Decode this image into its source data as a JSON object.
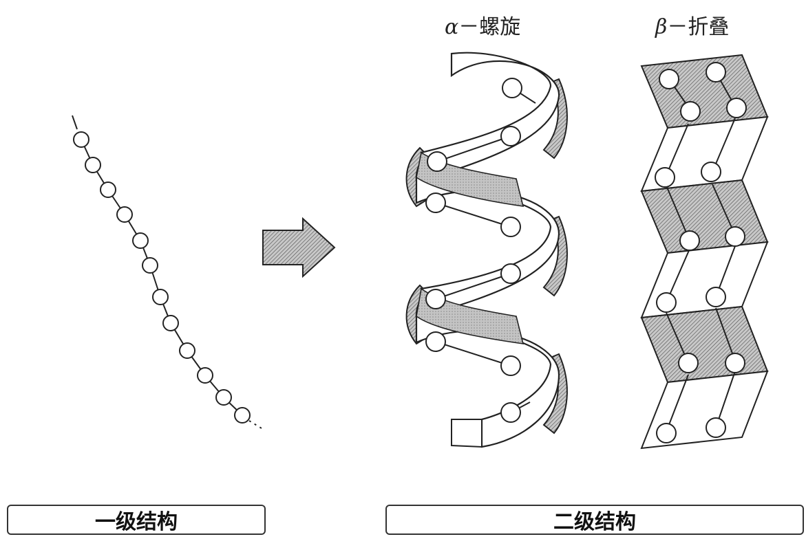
{
  "labels": {
    "alpha_title_symbol": "α",
    "alpha_title_text": "－螺旋",
    "beta_title_symbol": "β",
    "beta_title_text": "－折叠",
    "primary_structure": "一级结构",
    "secondary_structure": "二级结构"
  },
  "colors": {
    "line": "#222222",
    "shade": "#bdbdbd",
    "hatch": "#6a6a6a",
    "background": "#ffffff"
  },
  "icons": {
    "transition_arrow": "hatched-right-arrow-icon"
  }
}
